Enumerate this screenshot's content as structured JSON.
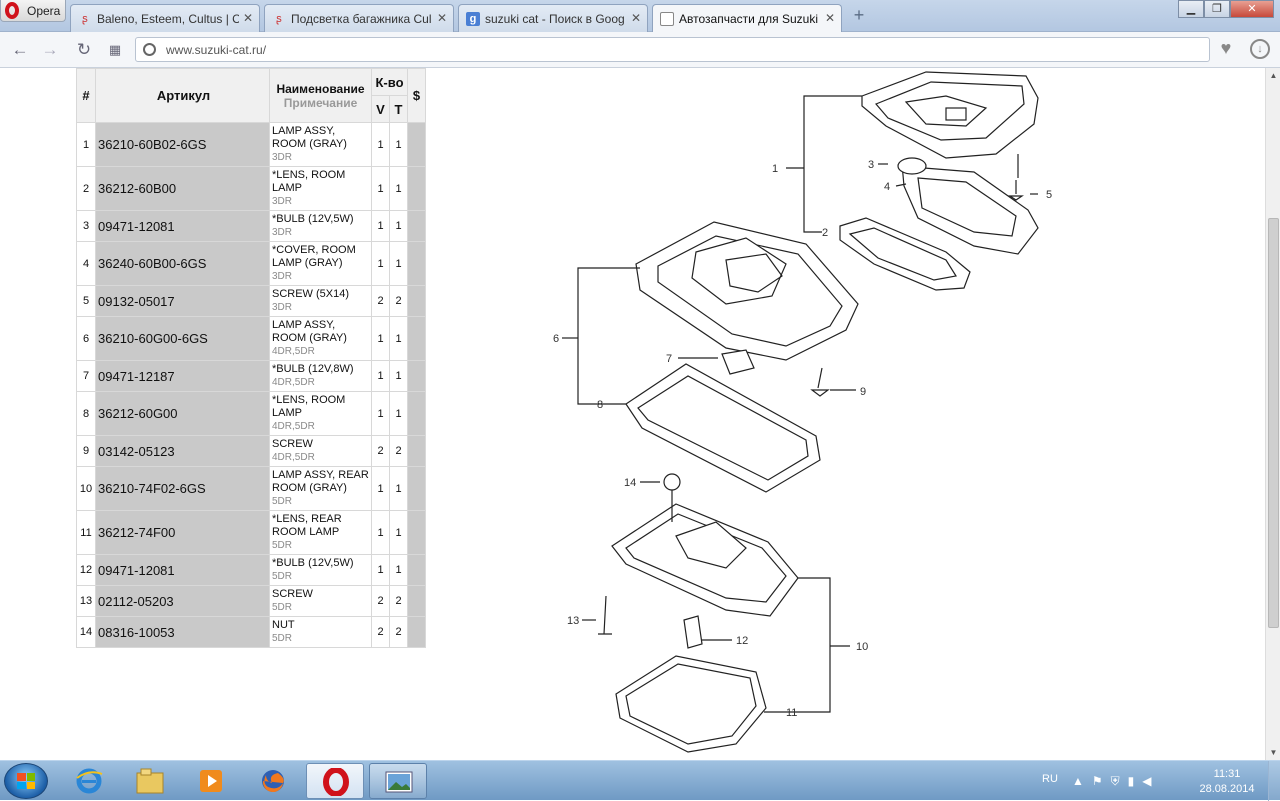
{
  "browser": {
    "menu_label": "Opera",
    "tabs": [
      {
        "title": "Baleno, Esteem, Cultus | Су",
        "icon": "site-icon",
        "active": false
      },
      {
        "title": "Подсветка багажника Cul",
        "icon": "site-icon",
        "active": false
      },
      {
        "title": "suzuki cat - Поиск в Goog",
        "icon": "google-icon",
        "active": false
      },
      {
        "title": "Автозапчасти для Suzuki В",
        "icon": "page-icon",
        "active": true
      }
    ],
    "url": "www.suzuki-cat.ru/"
  },
  "table": {
    "headers": {
      "num": "#",
      "article": "Артикул",
      "name": "Наименование",
      "note": "Примечание",
      "qty": "К-во",
      "v": "V",
      "t": "T",
      "price": "$"
    },
    "rows": [
      {
        "num": "1",
        "article": "36210-60B02-6GS",
        "name": "LAMP ASSY, ROOM (GRAY)",
        "note": "3DR",
        "v": "1",
        "t": "1"
      },
      {
        "num": "2",
        "article": "36212-60B00",
        "name": "*LENS, ROOM LAMP",
        "note": "3DR",
        "v": "1",
        "t": "1"
      },
      {
        "num": "3",
        "article": "09471-12081",
        "name": "*BULB (12V,5W)",
        "note": "3DR",
        "v": "1",
        "t": "1"
      },
      {
        "num": "4",
        "article": "36240-60B00-6GS",
        "name": "*COVER, ROOM LAMP (GRAY)",
        "note": "3DR",
        "v": "1",
        "t": "1"
      },
      {
        "num": "5",
        "article": "09132-05017",
        "name": "SCREW (5X14)",
        "note": "3DR",
        "v": "2",
        "t": "2"
      },
      {
        "num": "6",
        "article": "36210-60G00-6GS",
        "name": "LAMP ASSY, ROOM (GRAY)",
        "note": "4DR,5DR",
        "v": "1",
        "t": "1"
      },
      {
        "num": "7",
        "article": "09471-12187",
        "name": "*BULB (12V,8W)",
        "note": "4DR,5DR",
        "v": "1",
        "t": "1"
      },
      {
        "num": "8",
        "article": "36212-60G00",
        "name": "*LENS, ROOM LAMP",
        "note": "4DR,5DR",
        "v": "1",
        "t": "1"
      },
      {
        "num": "9",
        "article": "03142-05123",
        "name": "SCREW",
        "note": "4DR,5DR",
        "v": "2",
        "t": "2"
      },
      {
        "num": "10",
        "article": "36210-74F02-6GS",
        "name": "LAMP ASSY, REAR ROOM (GRAY)",
        "note": "5DR",
        "v": "1",
        "t": "1"
      },
      {
        "num": "11",
        "article": "36212-74F00",
        "name": "*LENS, REAR ROOM LAMP",
        "note": "5DR",
        "v": "1",
        "t": "1"
      },
      {
        "num": "12",
        "article": "09471-12081",
        "name": "*BULB (12V,5W)",
        "note": "5DR",
        "v": "1",
        "t": "1"
      },
      {
        "num": "13",
        "article": "02112-05203",
        "name": "SCREW",
        "note": "5DR",
        "v": "2",
        "t": "2"
      },
      {
        "num": "14",
        "article": "08316-10053",
        "name": "NUT",
        "note": "5DR",
        "v": "2",
        "t": "2"
      }
    ]
  },
  "diagram": {
    "callouts": [
      "1",
      "2",
      "3",
      "4",
      "5",
      "6",
      "7",
      "8",
      "9",
      "10",
      "11",
      "12",
      "13",
      "14"
    ]
  },
  "taskbar": {
    "items": [
      {
        "name": "internet-explorer-icon",
        "state": "idle"
      },
      {
        "name": "file-explorer-icon",
        "state": "idle"
      },
      {
        "name": "media-player-icon",
        "state": "idle"
      },
      {
        "name": "firefox-icon",
        "state": "idle"
      },
      {
        "name": "opera-icon",
        "state": "active"
      },
      {
        "name": "picture-viewer-icon",
        "state": "open"
      }
    ],
    "language": "RU",
    "time": "11:31",
    "date": "28.08.2014"
  },
  "colors": {
    "opera_red": "#d0121b",
    "article_cell_bg": "#c9c9c9",
    "taskbar": "#7fa6cd"
  }
}
